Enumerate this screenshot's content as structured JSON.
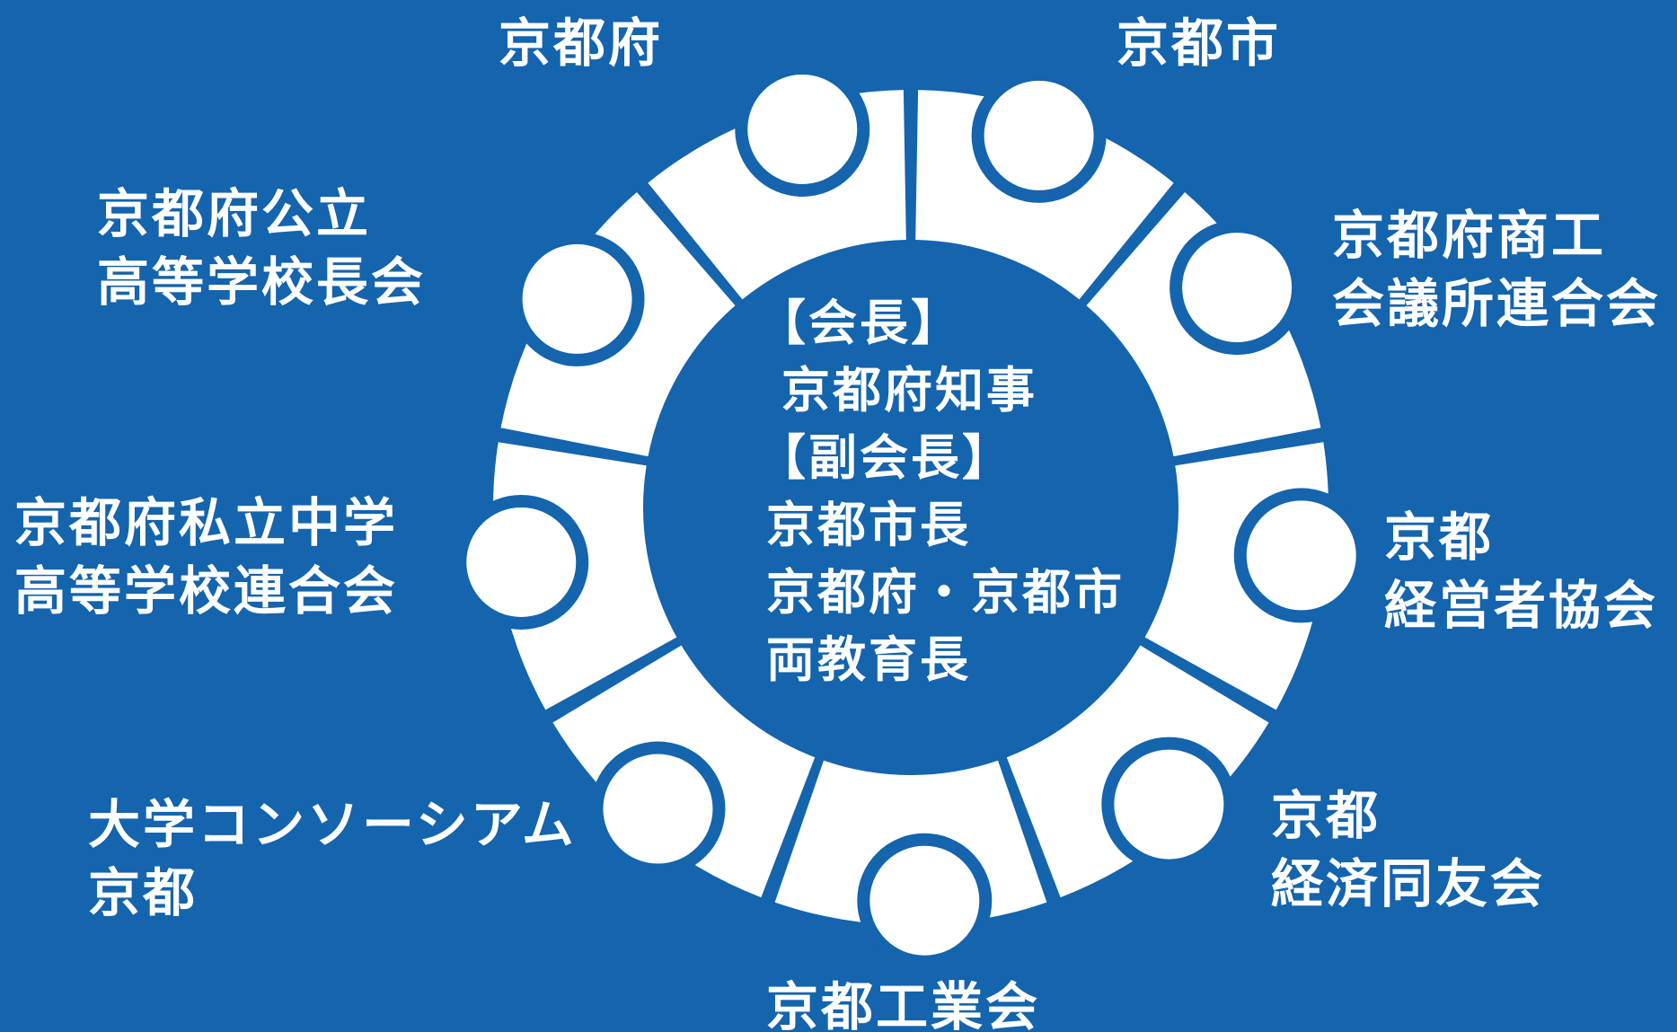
{
  "colors": {
    "background": "#1464ae",
    "foreground": "#ffffff"
  },
  "center": {
    "chair_heading": "【会長】",
    "chair": "京都府知事",
    "vice_heading": "【副会長】",
    "vice_1": "京都市長",
    "vice_2": "京都府・京都市",
    "vice_3": "両教育長"
  },
  "members": {
    "kyoto_prefecture": "京都府",
    "kyoto_city": "京都市",
    "chamber_line1": "京都府商工",
    "chamber_line2": "会議所連合会",
    "employers_line1": "京都",
    "employers_line2": "経営者協会",
    "doyukai_line1": "京都",
    "doyukai_line2": "経済同友会",
    "industry": "京都工業会",
    "consortium_line1": "大学コンソーシアム",
    "consortium_line2": "京都",
    "private_line1": "京都府私立中学",
    "private_line2": "高等学校連合会",
    "public_line1": "京都府公立",
    "public_line2": "高等学校長会"
  },
  "icons": [
    "person-icon",
    "person-icon",
    "person-icon",
    "person-icon",
    "person-icon",
    "person-icon",
    "person-icon",
    "person-icon",
    "person-icon"
  ]
}
